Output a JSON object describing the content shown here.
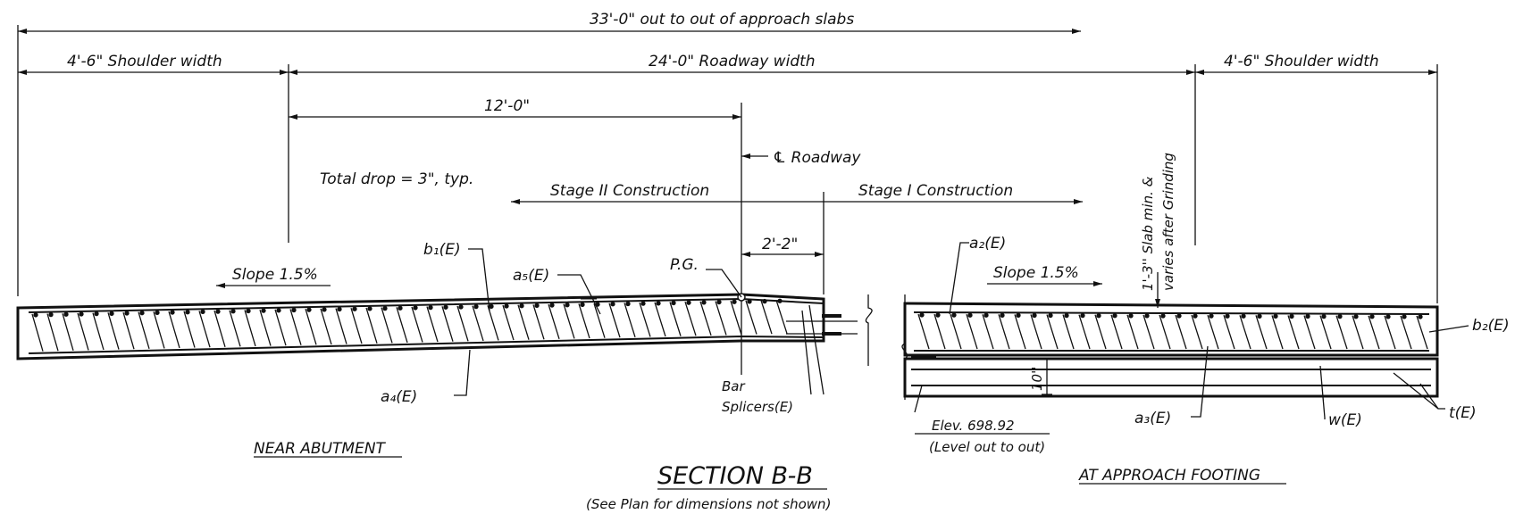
{
  "dimensions": {
    "overall": "33'-0\" out to out of approach slabs",
    "left_shoulder": "4'-6\" Shoulder width",
    "roadway": "24'-0\" Roadway width",
    "right_shoulder": "4'-6\" Shoulder width",
    "half_roadway": "12'-0\"",
    "offset": "2'-2\"",
    "slab_depth_line1": "1'-3'' Slab min. &",
    "slab_depth_line2": "varies after Grinding",
    "footing_depth": "10''"
  },
  "notes": {
    "centerline": "℄ Roadway",
    "total_drop": "Total drop = 3\", typ.",
    "stage_2": "Stage II Construction",
    "stage_1": "Stage I Construction",
    "slope_left": "Slope 1.5%",
    "slope_right": "Slope 1.5%",
    "pg": "P.G.",
    "elev_line1": "Elev. 698.92",
    "elev_line2": "(Level out to out)",
    "splicers_line1": "Bar",
    "splicers_line2": "Splicers(E)"
  },
  "bars": {
    "b1": "b₁(E)",
    "a5": "a₅(E)",
    "a4": "a₄(E)",
    "a2": "a₂(E)",
    "b2": "b₂(E)",
    "a3": "a₃(E)",
    "w": "w(E)",
    "t": "t(E)"
  },
  "titles": {
    "near_abutment": "NEAR ABUTMENT",
    "section": "SECTION B-B",
    "section_note": "(See Plan for dimensions not shown)",
    "approach_footing": "AT APPROACH FOOTING"
  }
}
